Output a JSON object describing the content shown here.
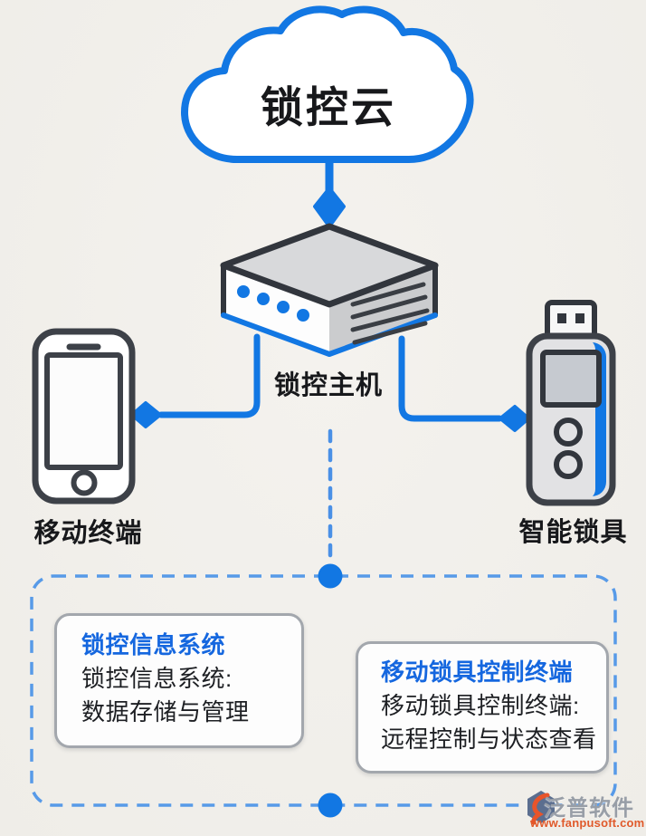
{
  "palette": {
    "accent_blue": "#1277e3",
    "dashed_blue": "#579ae8",
    "outline_dark": "#32363d",
    "card_title_blue": "#1567df",
    "text_dark": "#17181b",
    "card_border_gray": "#a3a7ad",
    "watermark_gray": "#989ea7",
    "watermark_orange": "#e05a2b",
    "background": "#f2f0ec"
  },
  "cloud": {
    "label": "锁控云"
  },
  "host": {
    "label": "锁控主机"
  },
  "mobile": {
    "label": "移动终端"
  },
  "lock": {
    "label": "智能锁具"
  },
  "cards": {
    "info": {
      "title": "锁控信息系统",
      "line1": "锁控信息系统:",
      "line2": "数据存储与管理"
    },
    "terminal": {
      "title": "移动锁具控制终端",
      "line1": "移动锁具控制终端:",
      "line2": "远程控制与状态查看"
    }
  },
  "watermark": {
    "name": "泛普软件",
    "url": "www.fanpusoft.com"
  }
}
